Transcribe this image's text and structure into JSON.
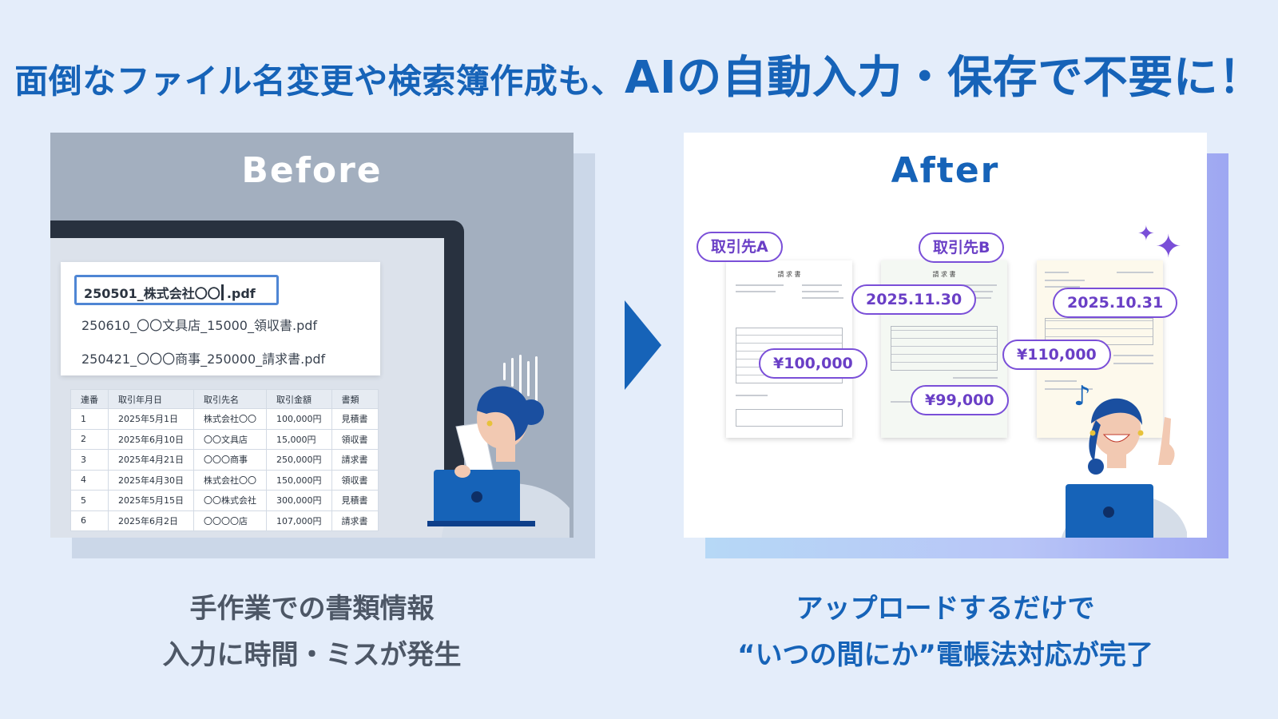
{
  "headline": {
    "part1": "面倒なファイル名変更や検索簿作成も、",
    "part2": "AIの自動入力・保存で不要に！"
  },
  "before": {
    "title": "Before",
    "file_input_prefix": "250501_株式会社〇〇",
    "file_input_suffix": ".pdf",
    "file_options": [
      "250610_〇〇文具店_15000_領収書.pdf",
      "250421_〇〇〇商事_250000_請求書.pdf"
    ],
    "table": {
      "headers": [
        "連番",
        "取引年月日",
        "取引先名",
        "取引金額",
        "書類"
      ],
      "rows": [
        [
          "1",
          "2025年5月1日",
          "株式会社〇〇",
          "100,000円",
          "見積書"
        ],
        [
          "2",
          "2025年6月10日",
          "〇〇文具店",
          "15,000円",
          "領収書"
        ],
        [
          "3",
          "2025年4月21日",
          "〇〇〇商事",
          "250,000円",
          "請求書"
        ],
        [
          "4",
          "2025年4月30日",
          "株式会社〇〇",
          "150,000円",
          "領収書"
        ],
        [
          "5",
          "2025年5月15日",
          "〇〇株式会社",
          "300,000円",
          "見積書"
        ],
        [
          "6",
          "2025年6月2日",
          "〇〇〇〇店",
          "107,000円",
          "請求書"
        ]
      ]
    },
    "caption_line1": "手作業での書類情報",
    "caption_line2": "入力に時間・ミスが発生"
  },
  "after": {
    "title": "After",
    "doc_title": "請 求 書",
    "tags": {
      "client_a": "取引先A",
      "client_b": "取引先B",
      "date_1": "2025.11.30",
      "date_2": "2025.10.31",
      "amount_1": "¥100,000",
      "amount_2": "¥99,000",
      "amount_3": "¥110,000"
    },
    "caption_line1": "アップロードするだけで",
    "caption_line2": "“いつの間にか”電帳法対応が完了"
  },
  "colors": {
    "background": "#e4edfa",
    "accent_blue": "#1663b8",
    "tag_purple": "#7a4fd8",
    "before_panel": "#a3afbf",
    "caption_gray": "#4d5766"
  },
  "icons": [
    "arrow-right-icon",
    "sparkle-icon",
    "music-note-icon"
  ]
}
